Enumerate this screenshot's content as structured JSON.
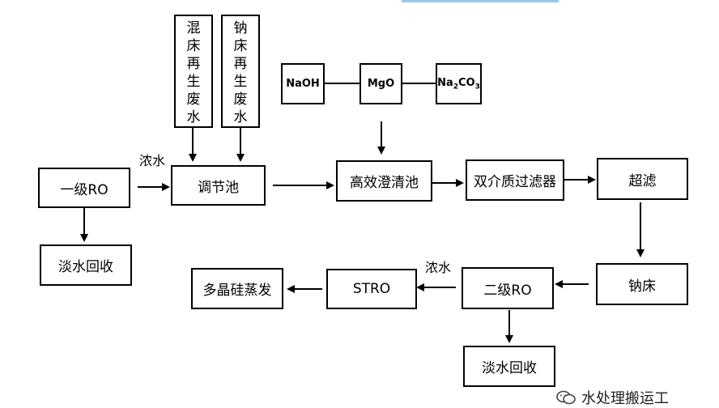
{
  "nodes": {
    "ro1": "一级RO",
    "fresh1": "淡水回收",
    "mixed_bed_waste": "混床再生废水",
    "sodium_bed_waste": "钠床再生废水",
    "regulating_tank": "调节池",
    "naoh": "NaOH",
    "mgo": "MgO",
    "na2co3_prefix": "Na",
    "na2co3_sub1": "2",
    "na2co3_mid": "CO",
    "na2co3_sub2": "3",
    "clarifier": "高效澄清池",
    "dual_filter": "双介质过滤器",
    "ultrafiltration": "超滤",
    "sodium_bed": "钠床",
    "ro2": "二级RO",
    "stro": "STRO",
    "evaporation": "多晶硅蒸发",
    "fresh2": "淡水回收"
  },
  "labels": {
    "concentrate1": "浓水",
    "concentrate2": "浓水"
  },
  "watermark": {
    "text": "水处理搬运工",
    "icon": "wechat-icon"
  }
}
